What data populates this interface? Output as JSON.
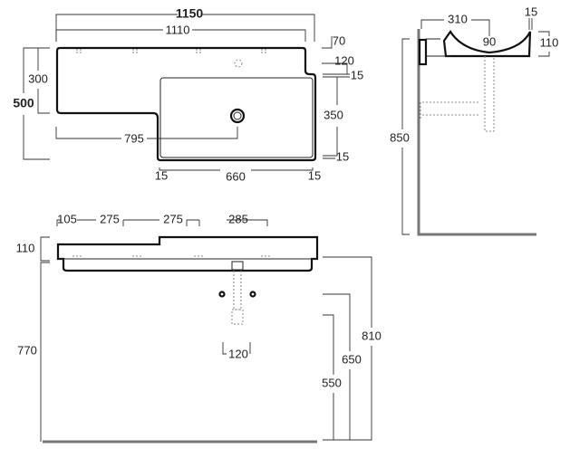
{
  "top_view": {
    "overall_width": "1150",
    "width_top_shelf": "1110",
    "overall_depth": "500",
    "shelf_depth": "300",
    "drain_offset": "795",
    "basin_depth": "350",
    "rim_back": "15",
    "rim_front": "15",
    "basin_width": "660",
    "rim_left": "15",
    "rim_right": "15",
    "shelf_step": "70",
    "tap_offset": "120"
  },
  "side_view": {
    "projection": "310",
    "rim": "15",
    "bowl_depth": "90",
    "height": "110",
    "mount_height": "850"
  },
  "front_view": {
    "seg1": "105",
    "seg2": "275",
    "seg3": "275",
    "seg4": "285",
    "thickness": "110",
    "underside_height": "770",
    "top_height": "810",
    "trap_height": "650",
    "waste_height": "550",
    "waste_spacing": "120"
  }
}
